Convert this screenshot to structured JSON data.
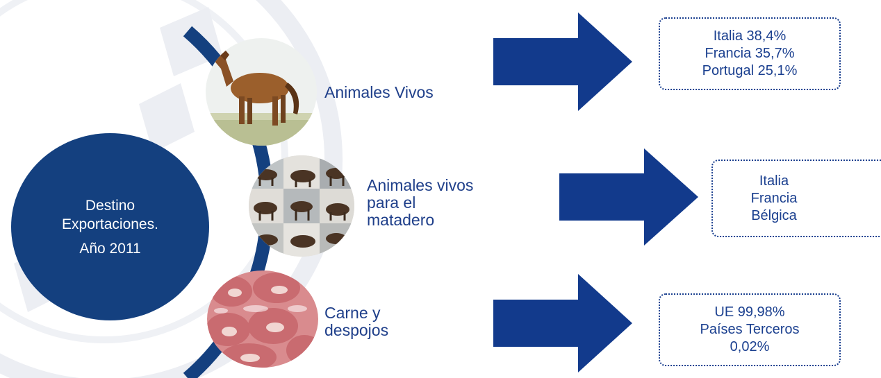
{
  "center": {
    "title_line1": "Destino",
    "title_line2": "Exportaciones.",
    "year": "Año 2011"
  },
  "categories": [
    {
      "label_lines": [
        "Animales Vivos"
      ],
      "icon": "horse-photo",
      "destinations": [
        "Italia 38,4%",
        "Francia 35,7%",
        "Portugal 25,1%"
      ]
    },
    {
      "label_lines": [
        "Animales vivos",
        "para el",
        "matadero"
      ],
      "icon": "horses-collage-photo",
      "destinations": [
        "Italia",
        "Francia",
        "Bélgica"
      ]
    },
    {
      "label_lines": [
        "Carne y",
        "despojos"
      ],
      "icon": "meat-photo",
      "destinations": [
        "UE 99,98%",
        "Países Terceros",
        "0,02%"
      ]
    }
  ],
  "colors": {
    "primary": "#14407f",
    "arrow": "#123a8c",
    "text": "#1f3f8a",
    "watermark": "#e6e8ee"
  }
}
